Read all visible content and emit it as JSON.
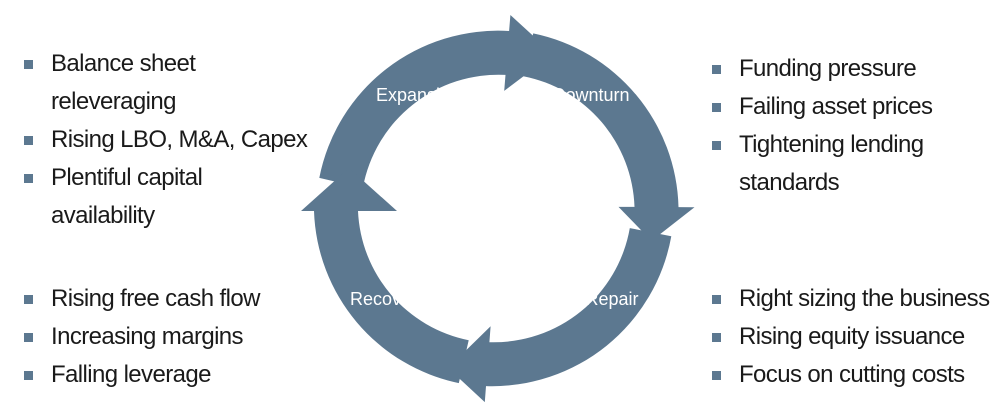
{
  "cycle": {
    "color": "#5c7890",
    "segments": [
      "Expansion",
      "Downturn",
      "Repair",
      "Recovery"
    ]
  },
  "lists": {
    "top_left": [
      "Balance sheet releveraging",
      "Rising LBO, M&A, Capex",
      "Plentiful capital",
      "availability"
    ],
    "top_right": [
      "Funding pressure",
      "Failing asset prices",
      "Tightening lending",
      "standards"
    ],
    "bottom_left": [
      "Rising free cash flow",
      "Increasing margins",
      "Falling leverage"
    ],
    "bottom_right": [
      "Right sizing the business",
      "Rising equity issuance",
      "Focus on cutting costs"
    ]
  }
}
